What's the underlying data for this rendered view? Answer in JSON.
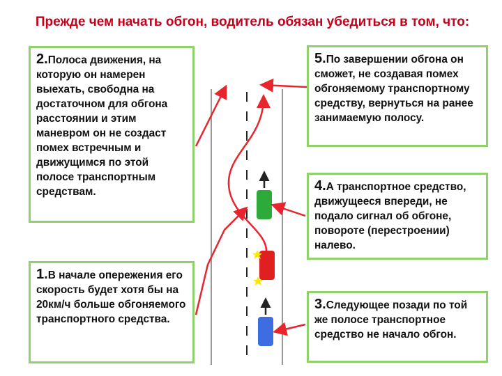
{
  "title": "Прежде чем начать обгон, водитель обязан убедиться в том, что:",
  "conditions": [
    {
      "num": "2.",
      "text": "Полоса движения, на которую он намерен выехать, свободна на достаточном для обгона расстоянии и этим маневром он не создаст помех встречным и движущимся по этой полосе транспортным средствам."
    },
    {
      "num": "1.",
      "text": "В начале опережения его скорость будет хотя бы на 20км/ч больше обгоняемого транспортного средства."
    },
    {
      "num": "5.",
      "text": "По завершении обгона он сможет, не создавая помех обгоняемому транспортному средству, вернуться на ранее занимаемую полосу."
    },
    {
      "num": "4.",
      "text": "А транспортное средство, движущееся впереди, не подало сигнал об обгоне, повороте (перестроении) налево."
    },
    {
      "num": "3.",
      "text": "Следующее позади по той же полосе транспортное средство не начало обгон."
    }
  ],
  "colors": {
    "title": "#c4001a",
    "box_border": "#8fd16a",
    "arrow": "#e8242c",
    "car_front": "#2eaa3a",
    "car_overtaking": "#e02020",
    "car_rear": "#3d6de0",
    "turn_signal": "#ffe600"
  }
}
